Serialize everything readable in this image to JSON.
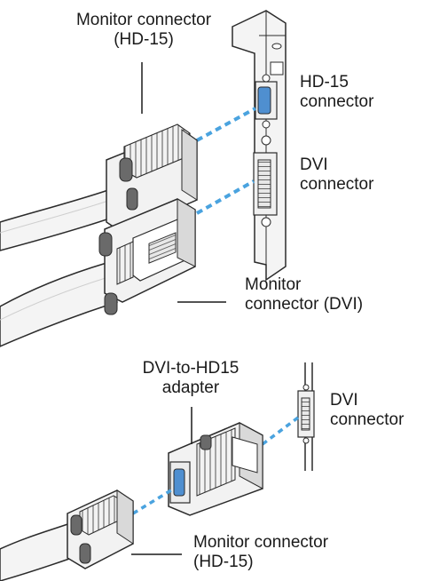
{
  "labels": {
    "top_monitor_hd15": {
      "line1": "Monitor connector",
      "line2": "(HD-15)"
    },
    "hd15_connector": {
      "line1": "HD-15",
      "line2": "connector"
    },
    "dvi_connector_top": {
      "line1": "DVI",
      "line2": "connector"
    },
    "monitor_dvi": {
      "line1": "Monitor",
      "line2": "connector (DVI)"
    },
    "adapter": {
      "line1": "DVI-to-HD15",
      "line2": "adapter"
    },
    "dvi_connector_bottom": {
      "line1": "DVI",
      "line2": "connector"
    },
    "bottom_monitor_hd15": {
      "line1": "Monitor connector",
      "line2": "(HD-15)"
    }
  },
  "colors": {
    "outline": "#2b2b2b",
    "body_fill": "#f2f2f2",
    "shade": "#d9d9d9",
    "blue_connector": "#4f8fd0",
    "dashed_line": "#4aa3df"
  }
}
